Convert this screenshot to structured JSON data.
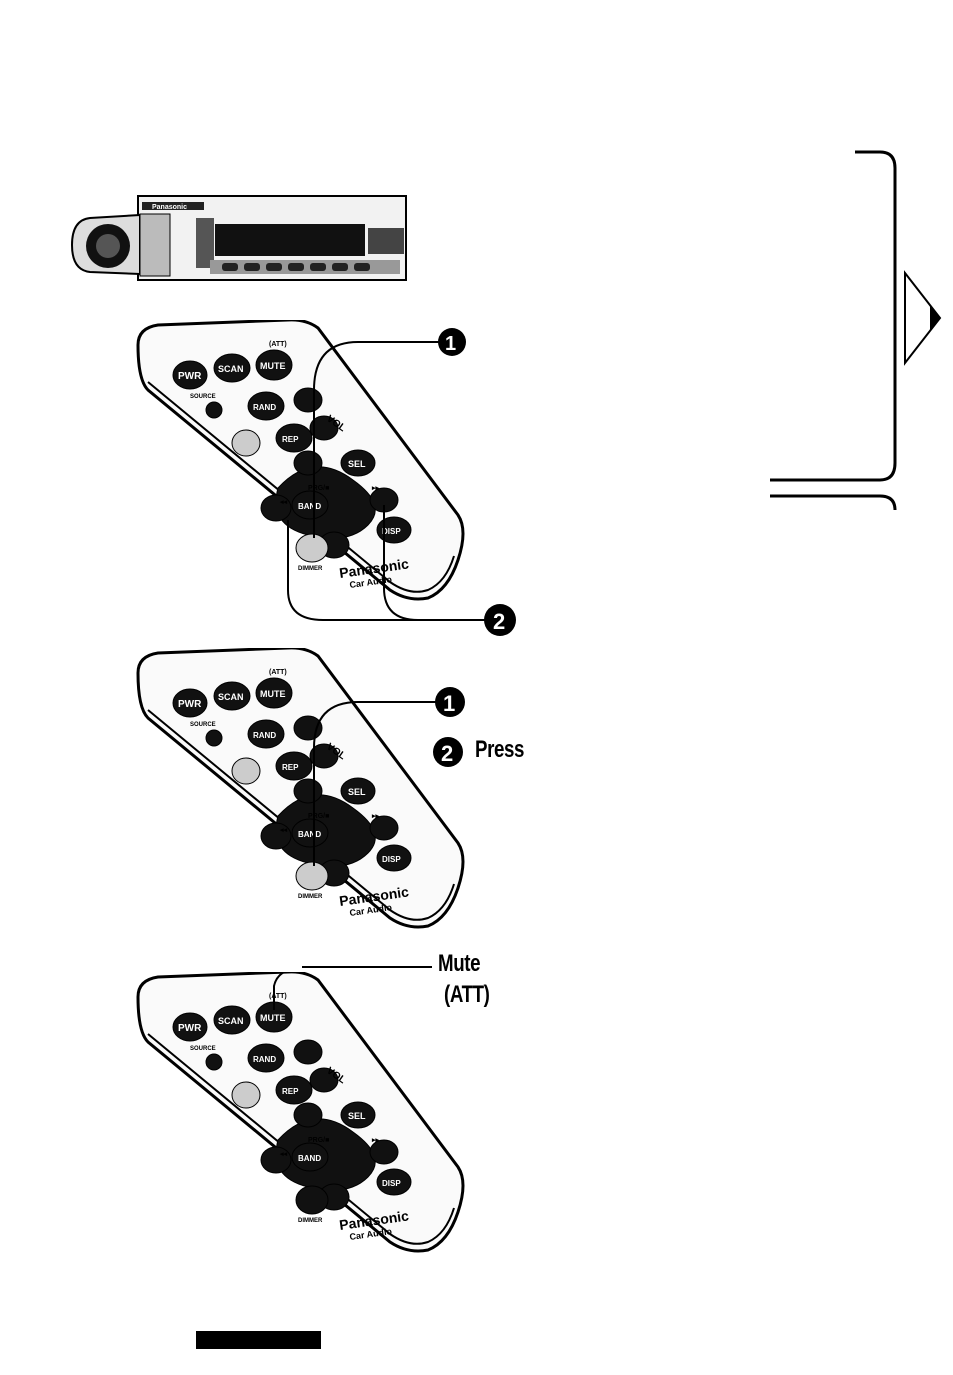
{
  "head_unit": {
    "brand": "Panasonic"
  },
  "remote": {
    "brand": "Panasonic",
    "subbrand": "Car Audio",
    "buttons": {
      "pwr": "PWR",
      "scan": "SCAN",
      "mute": "MUTE",
      "att": "(ATT)",
      "source": "SOURCE",
      "rand": "RAND",
      "vol": "VOL",
      "rep": "REP",
      "sel": "SEL",
      "prg": "PRG/■",
      "band": "BAND",
      "disp": "DISP",
      "dimmer": "DIMMER",
      "rew": "◂◂",
      "ff": "▸▸"
    }
  },
  "callouts": {
    "remote1": {
      "step1": "1",
      "step2": "2"
    },
    "remote2": {
      "step1": "1",
      "step2": "2",
      "press": "Press"
    },
    "remote3": {
      "mute": "Mute",
      "att": "(ATT)"
    }
  }
}
